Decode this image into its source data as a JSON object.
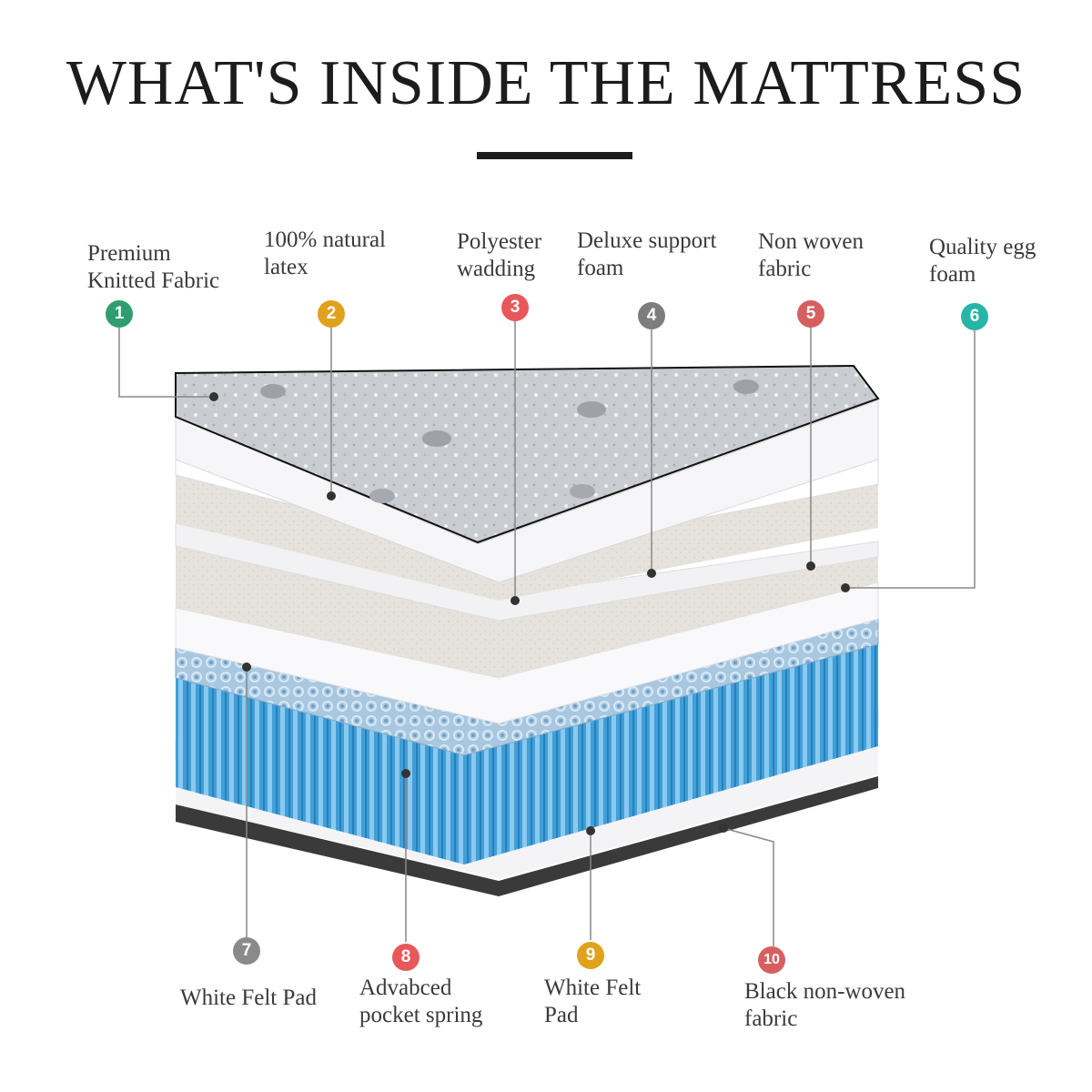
{
  "title": "WHAT'S INSIDE THE MATTRESS",
  "layers": [
    {
      "number": "1",
      "label": "Premium\nKnitted Fabric",
      "color": "#2e9e6e"
    },
    {
      "number": "2",
      "label": "100% natural\nlatex",
      "color": "#e0a21d"
    },
    {
      "number": "3",
      "label": "Polyester\nwadding",
      "color": "#e8585b"
    },
    {
      "number": "4",
      "label": "Deluxe support\n foam",
      "color": "#7d7d7d"
    },
    {
      "number": "5",
      "label": "Non woven\nfabric",
      "color": "#d75f5f"
    },
    {
      "number": "6",
      "label": "Quality egg\nfoam",
      "color": "#27b5a8"
    },
    {
      "number": "7",
      "label": "White Felt Pad",
      "color": "#8a8a8a"
    },
    {
      "number": "8",
      "label": "Advabced\npocket spring",
      "color": "#e8585b"
    },
    {
      "number": "9",
      "label": "White Felt\nPad",
      "color": "#e0a21d"
    },
    {
      "number": "10",
      "label": "Black non-woven\nfabric",
      "color": "#d75f5f"
    }
  ]
}
